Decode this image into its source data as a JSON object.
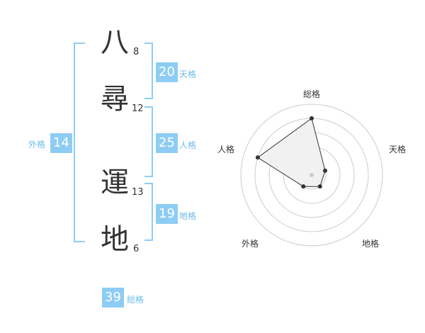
{
  "name": {
    "chars": [
      {
        "char": "八",
        "strokes": "8"
      },
      {
        "char": "尋",
        "strokes": "12"
      },
      {
        "char": "運",
        "strokes": "13"
      },
      {
        "char": "地",
        "strokes": "6"
      }
    ]
  },
  "fortunes": {
    "tenkaku": {
      "value": "20",
      "label": "天格"
    },
    "jinkaku": {
      "value": "25",
      "label": "人格"
    },
    "chikaku": {
      "value": "19",
      "label": "地格"
    },
    "gaikaku": {
      "value": "14",
      "label": "外格"
    },
    "soukaku": {
      "value": "39",
      "label": "総格"
    }
  },
  "chart_data": {
    "type": "radar",
    "axes": [
      "総格",
      "天格",
      "地格",
      "外格",
      "人格"
    ],
    "values": [
      4,
      1,
      1,
      1,
      4
    ],
    "max": 5,
    "rings": 5,
    "fill_color": "#f0f0f0",
    "line_color": "#333333",
    "grid_color": "#cccccc"
  },
  "colors": {
    "accent": "#8dcdf5",
    "label": "#6bbcef"
  }
}
